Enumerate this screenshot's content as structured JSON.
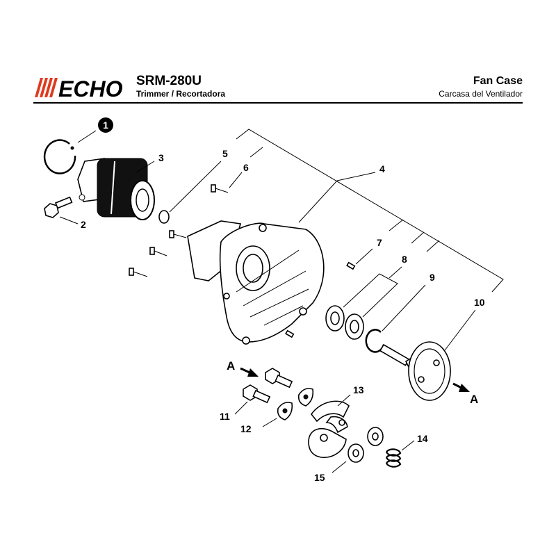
{
  "header": {
    "brand": "ECHO",
    "model": "SRM-280U",
    "model_subtitle": "Trimmer / Recortadora",
    "title": "Fan Case",
    "title_es": "Carcasa del Ventilador"
  },
  "callouts": {
    "c1": "1",
    "c2": "2",
    "c3": "3",
    "c4": "4",
    "c5": "5",
    "c6": "6",
    "c7": "7",
    "c8": "8",
    "c9": "9",
    "c10": "10",
    "c11": "11",
    "c12": "12",
    "c13": "13",
    "c14": "14",
    "c15": "15",
    "ref_a_left": "A",
    "ref_a_right": "A"
  },
  "colors": {
    "ink": "#000000",
    "logo_red": "#e03a1e",
    "paper": "#ffffff"
  }
}
